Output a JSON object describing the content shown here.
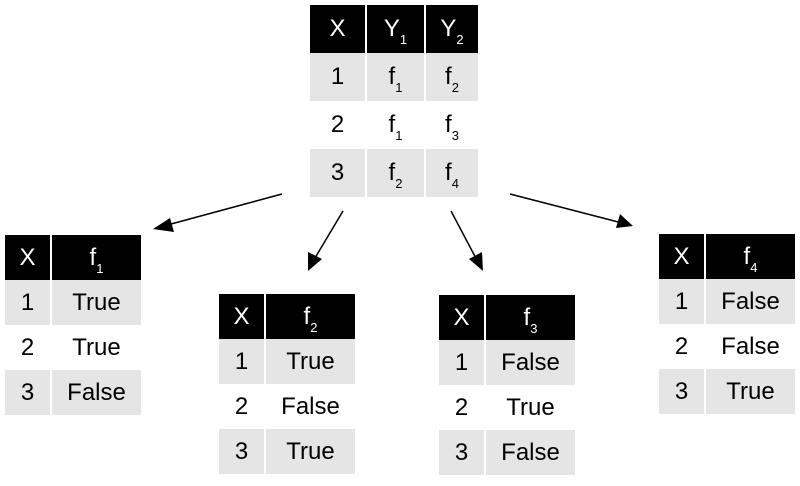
{
  "main_table": {
    "headers": [
      {
        "text": "X",
        "sub": ""
      },
      {
        "text": "Y",
        "sub": "1"
      },
      {
        "text": "Y",
        "sub": "2"
      }
    ],
    "rows": [
      [
        {
          "text": "1",
          "sub": ""
        },
        {
          "text": "f",
          "sub": "1"
        },
        {
          "text": "f",
          "sub": "2"
        }
      ],
      [
        {
          "text": "2",
          "sub": ""
        },
        {
          "text": "f",
          "sub": "1"
        },
        {
          "text": "f",
          "sub": "3"
        }
      ],
      [
        {
          "text": "3",
          "sub": ""
        },
        {
          "text": "f",
          "sub": "2"
        },
        {
          "text": "f",
          "sub": "4"
        }
      ]
    ]
  },
  "child_tables": [
    {
      "header_x": "X",
      "header_f": "f",
      "header_f_sub": "1",
      "rows": [
        [
          "1",
          "True"
        ],
        [
          "2",
          "True"
        ],
        [
          "3",
          "False"
        ]
      ]
    },
    {
      "header_x": "X",
      "header_f": "f",
      "header_f_sub": "2",
      "rows": [
        [
          "1",
          "True"
        ],
        [
          "2",
          "False"
        ],
        [
          "3",
          "True"
        ]
      ]
    },
    {
      "header_x": "X",
      "header_f": "f",
      "header_f_sub": "3",
      "rows": [
        [
          "1",
          "False"
        ],
        [
          "2",
          "True"
        ],
        [
          "3",
          "False"
        ]
      ]
    },
    {
      "header_x": "X",
      "header_f": "f",
      "header_f_sub": "4",
      "rows": [
        [
          "1",
          "False"
        ],
        [
          "2",
          "False"
        ],
        [
          "3",
          "True"
        ]
      ]
    }
  ],
  "colors": {
    "header_bg": "#000000",
    "header_fg": "#ffffff",
    "row_shade": "#e5e5e5",
    "arrow": "#000000"
  }
}
